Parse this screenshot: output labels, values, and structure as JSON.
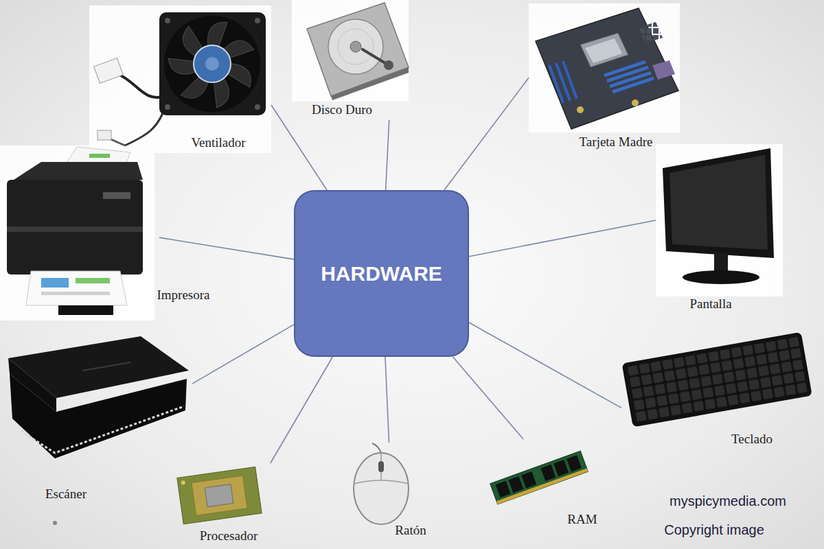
{
  "diagram": {
    "nodes": [
      {
        "text": [
          "Ventilador"
        ]
      },
      {
        "text": [
          "Disco Duro"
        ]
      },
      {
        "text": [
          "Tarjeta Madre"
        ]
      },
      {
        "text": [
          "Impresora"
        ]
      },
      {
        "text": [
          "HARDWARE"
        ]
      },
      {
        "text": [
          "Pantalla"
        ]
      },
      {
        "text": [
          "Escáner"
        ]
      },
      {
        "text": [
          "Teclado"
        ]
      },
      {
        "text": [
          "Procesador"
        ]
      },
      {
        "text": [
          "Ratón"
        ]
      },
      {
        "text": [
          "RAM"
        ]
      }
    ],
    "edges": [
      {
        "from": 4,
        "to": 0,
        "arrow": "none"
      },
      {
        "from": 4,
        "to": 1,
        "arrow": "none"
      },
      {
        "from": 4,
        "to": 2,
        "arrow": "none"
      },
      {
        "from": 4,
        "to": 3,
        "arrow": "none"
      },
      {
        "from": 4,
        "to": 5,
        "arrow": "none"
      },
      {
        "from": 4,
        "to": 6,
        "arrow": "none"
      },
      {
        "from": 4,
        "to": 7,
        "arrow": "none"
      },
      {
        "from": 4,
        "to": 8,
        "arrow": "none"
      },
      {
        "from": 4,
        "to": 9,
        "arrow": "none"
      },
      {
        "from": 4,
        "to": 10,
        "arrow": "none"
      }
    ],
    "labels": [
      "myspicymedia.com",
      "Copyright image"
    ]
  }
}
